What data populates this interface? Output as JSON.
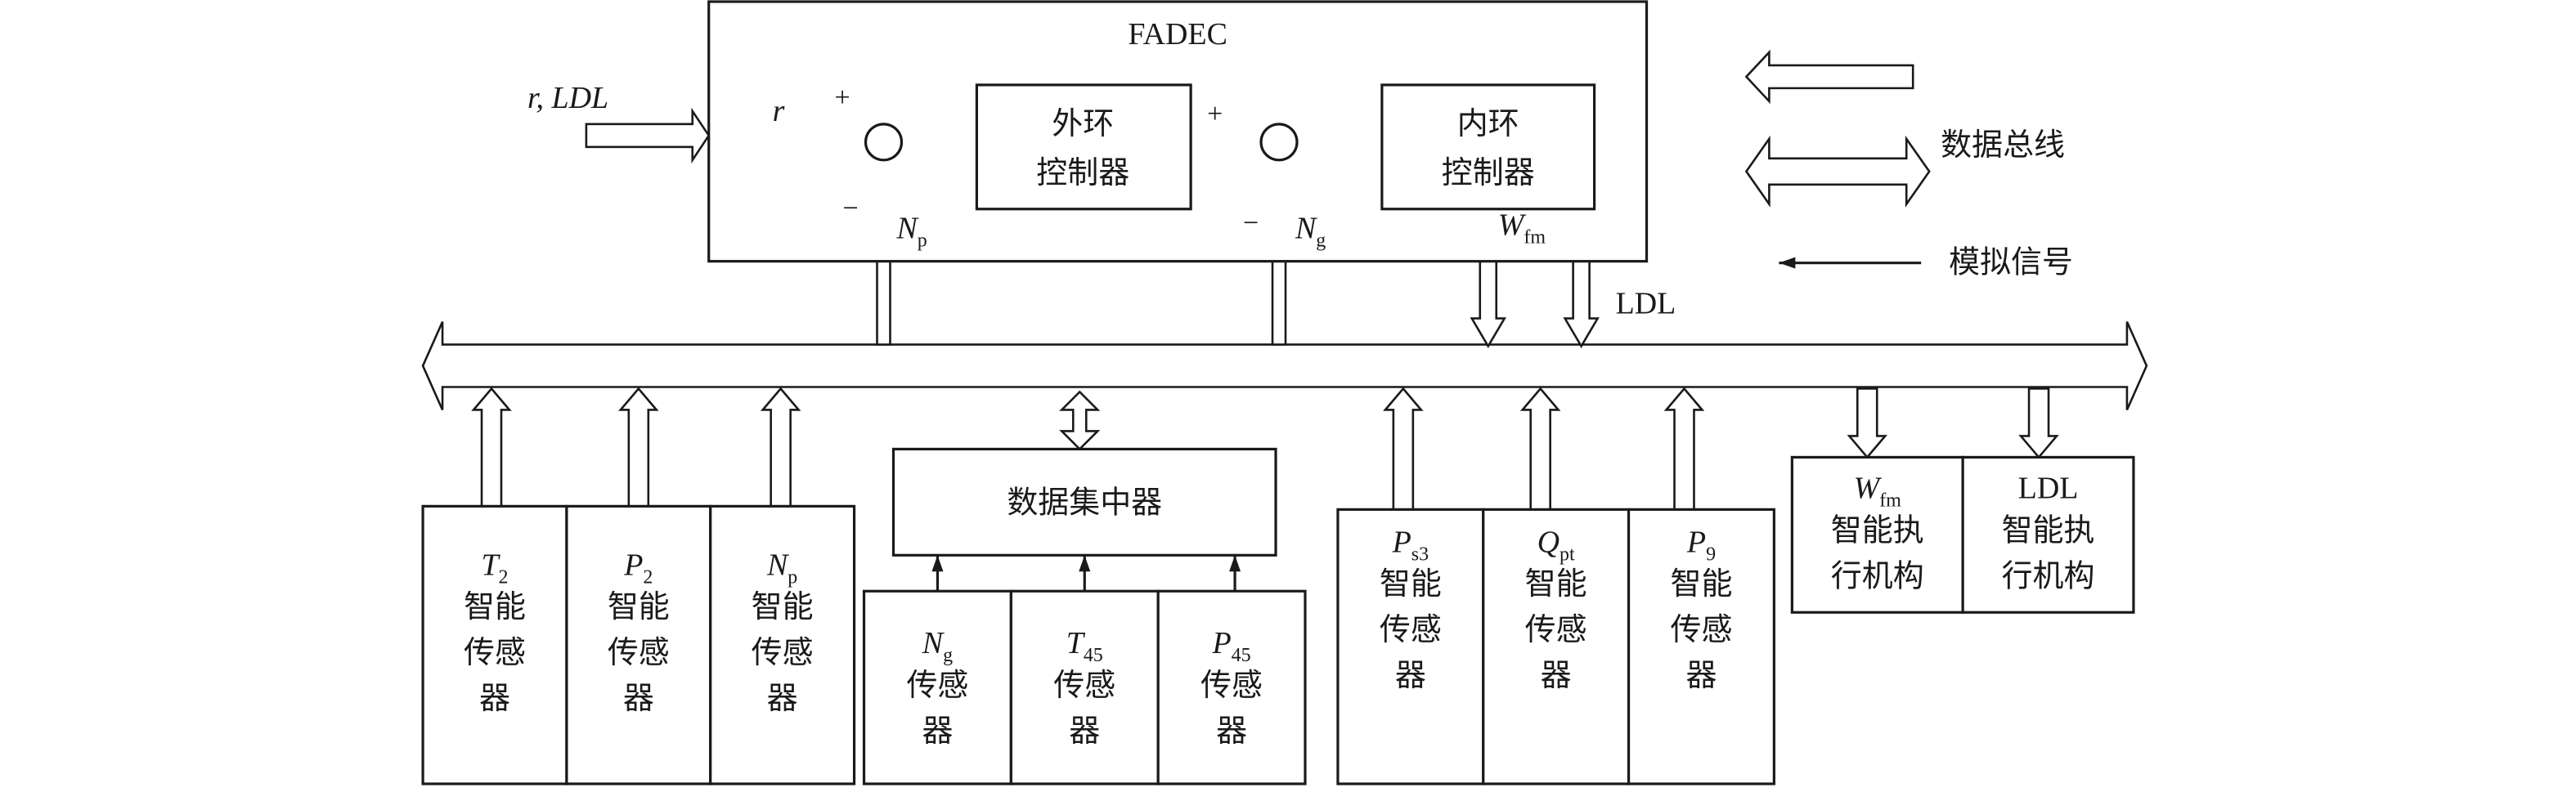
{
  "fadec": {
    "title": "FADEC",
    "input_label": "r, LDL",
    "ref_label": "r",
    "plus": "+",
    "minus": "−",
    "outer_controller": [
      "外环",
      "控制器"
    ],
    "inner_controller": [
      "内环",
      "控制器"
    ],
    "feedback_np": {
      "main": "N",
      "sub": "p"
    },
    "feedback_ng": {
      "main": "N",
      "sub": "g"
    },
    "output_wfm": {
      "main": "W",
      "sub": "fm"
    },
    "output_ldl": "LDL"
  },
  "legend": {
    "data_bus": "数据总线",
    "analog_signal": "模拟信号"
  },
  "smart_sensors_left": [
    {
      "main": "T",
      "sub": "2",
      "lines": [
        "智能",
        "传感",
        "器"
      ]
    },
    {
      "main": "P",
      "sub": "2",
      "lines": [
        "智能",
        "传感",
        "器"
      ]
    },
    {
      "main": "N",
      "sub": "p",
      "lines": [
        "智能",
        "传感",
        "器"
      ]
    }
  ],
  "data_concentrator": "数据集中器",
  "analog_sensors": [
    {
      "main": "N",
      "sub": "g",
      "lines": [
        "传感",
        "器"
      ]
    },
    {
      "main": "T",
      "sub": "45",
      "lines": [
        "传感",
        "器"
      ]
    },
    {
      "main": "P",
      "sub": "45",
      "lines": [
        "传感",
        "器"
      ]
    }
  ],
  "smart_sensors_right": [
    {
      "main": "P",
      "sub": "s3",
      "lines": [
        "智能",
        "传感",
        "器"
      ]
    },
    {
      "main": "Q",
      "sub": "pt",
      "lines": [
        "智能",
        "传感",
        "器"
      ]
    },
    {
      "main": "P",
      "sub": "9",
      "lines": [
        "智能",
        "传感",
        "器"
      ]
    }
  ],
  "actuators": [
    {
      "main": "W",
      "sub": "fm",
      "italic": true,
      "lines": [
        "智能执",
        "行机构"
      ]
    },
    {
      "main": "LDL",
      "sub": "",
      "italic": false,
      "lines": [
        "智能执",
        "行机构"
      ]
    }
  ]
}
